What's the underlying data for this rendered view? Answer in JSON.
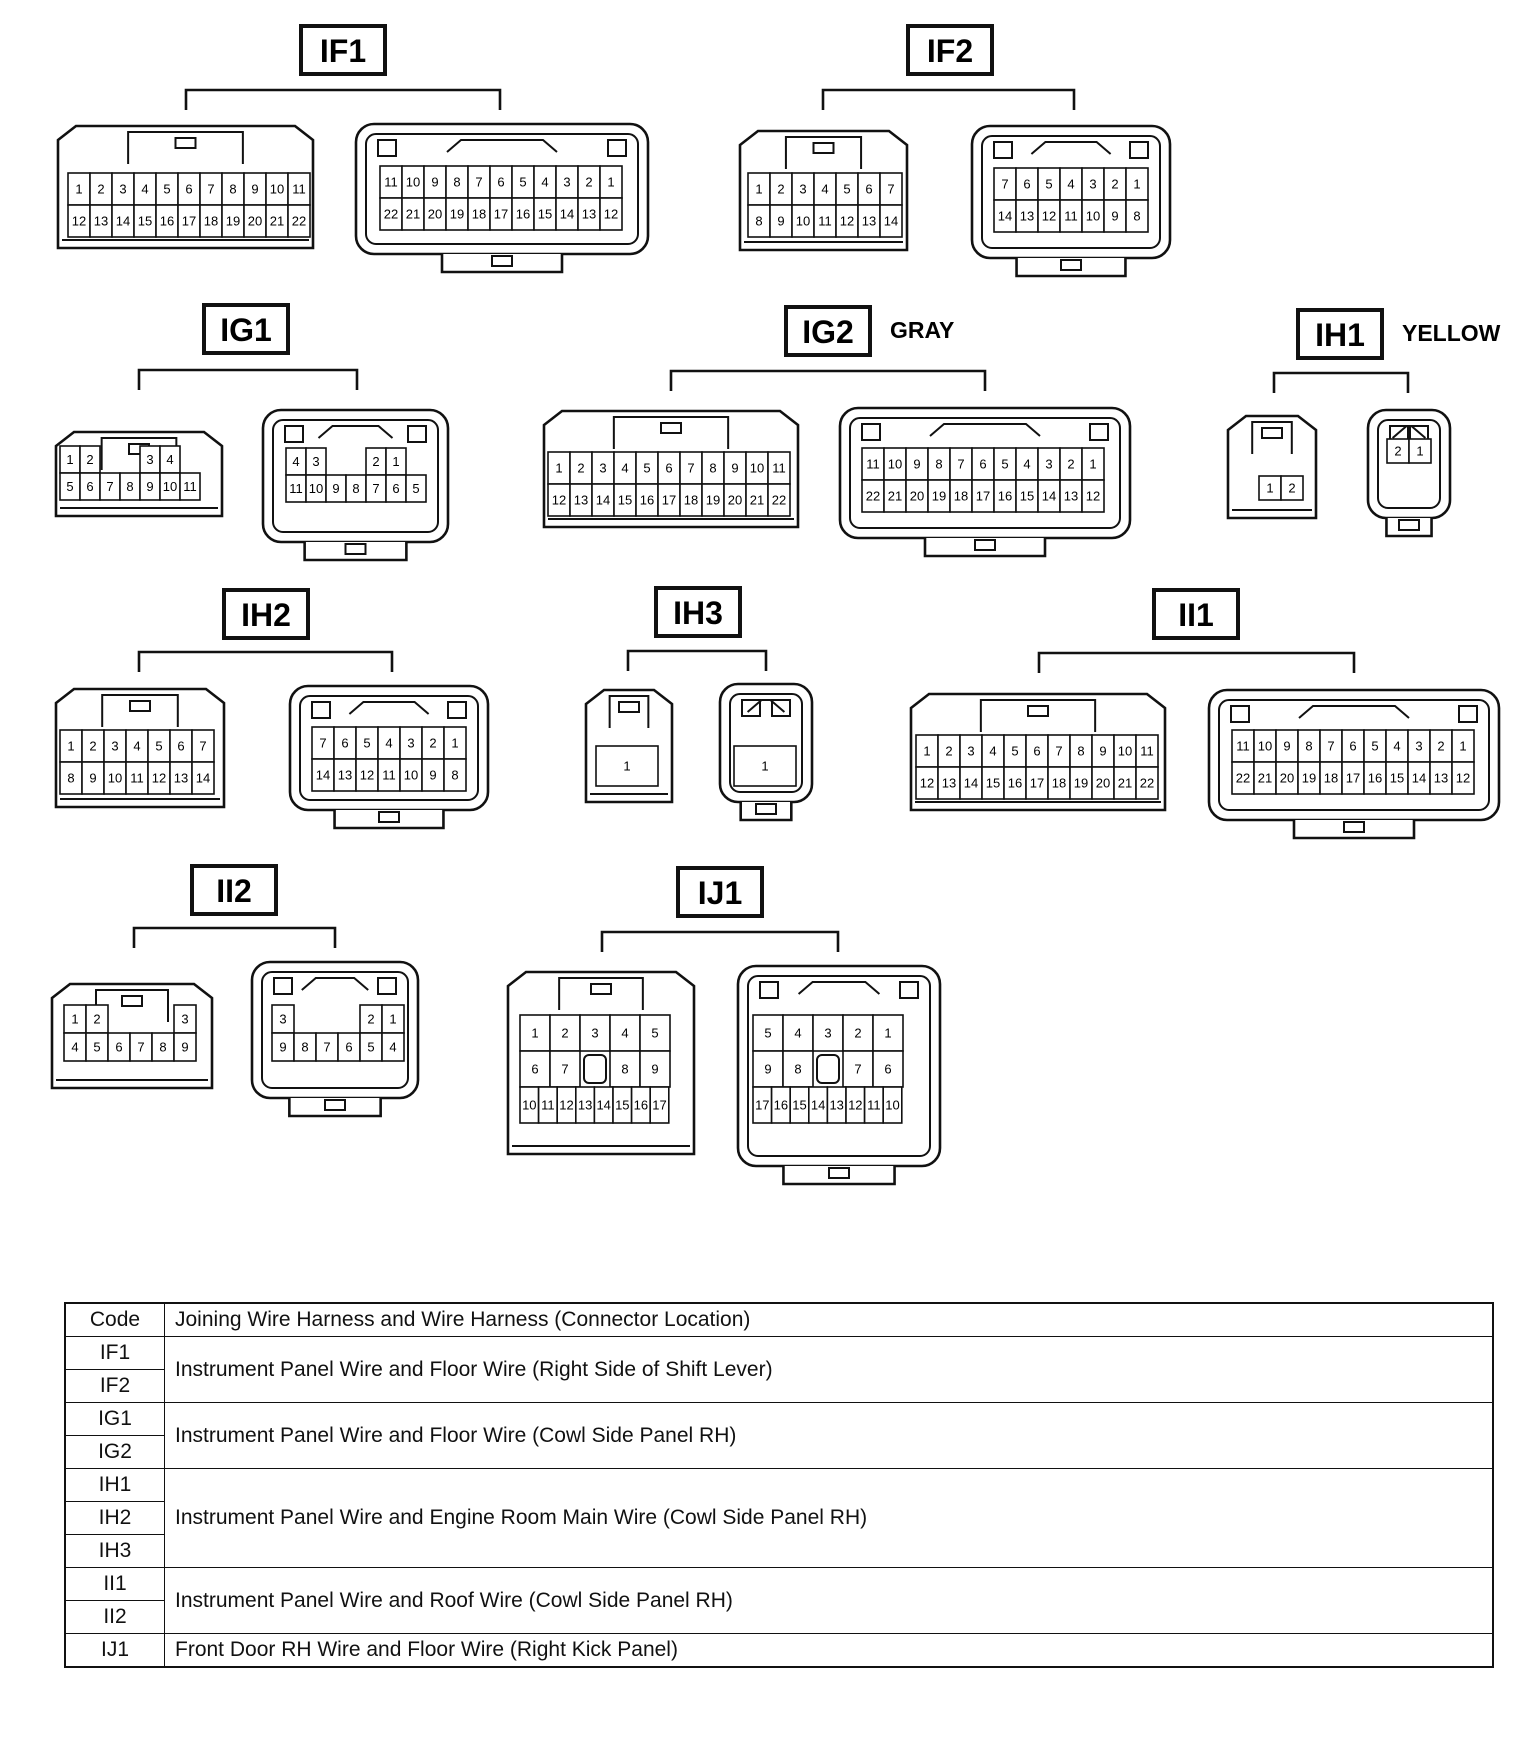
{
  "connectors": [
    {
      "code": "IF1",
      "color": "",
      "male": {
        "rows": [
          [
            "1",
            "2",
            "3",
            "4",
            "5",
            "6",
            "7",
            "8",
            "9",
            "10",
            "11"
          ],
          [
            "12",
            "13",
            "14",
            "15",
            "16",
            "17",
            "18",
            "19",
            "20",
            "21",
            "22"
          ]
        ]
      },
      "female": {
        "rows": [
          [
            "11",
            "10",
            "9",
            "8",
            "7",
            "6",
            "5",
            "4",
            "3",
            "2",
            "1"
          ],
          [
            "22",
            "21",
            "20",
            "19",
            "18",
            "17",
            "16",
            "15",
            "14",
            "13",
            "12"
          ]
        ]
      }
    },
    {
      "code": "IF2",
      "color": "",
      "male": {
        "rows": [
          [
            "1",
            "2",
            "3",
            "4",
            "5",
            "6",
            "7"
          ],
          [
            "8",
            "9",
            "10",
            "11",
            "12",
            "13",
            "14"
          ]
        ]
      },
      "female": {
        "rows": [
          [
            "7",
            "6",
            "5",
            "4",
            "3",
            "2",
            "1"
          ],
          [
            "14",
            "13",
            "12",
            "11",
            "10",
            "9",
            "8"
          ]
        ]
      }
    },
    {
      "code": "IG1",
      "color": "",
      "male": {
        "rows": [
          [
            "1",
            "2",
            "",
            "",
            "3",
            "4"
          ],
          [
            "5",
            "6",
            "7",
            "8",
            "9",
            "10",
            "11"
          ]
        ]
      },
      "female": {
        "rows": [
          [
            "4",
            "3",
            "",
            "",
            "2",
            "1"
          ],
          [
            "11",
            "10",
            "9",
            "8",
            "7",
            "6",
            "5"
          ]
        ]
      }
    },
    {
      "code": "IG2",
      "color": "GRAY",
      "male": {
        "rows": [
          [
            "1",
            "2",
            "3",
            "4",
            "5",
            "6",
            "7",
            "8",
            "9",
            "10",
            "11"
          ],
          [
            "12",
            "13",
            "14",
            "15",
            "16",
            "17",
            "18",
            "19",
            "20",
            "21",
            "22"
          ]
        ]
      },
      "female": {
        "rows": [
          [
            "11",
            "10",
            "9",
            "8",
            "7",
            "6",
            "5",
            "4",
            "3",
            "2",
            "1"
          ],
          [
            "22",
            "21",
            "20",
            "19",
            "18",
            "17",
            "16",
            "15",
            "14",
            "13",
            "12"
          ]
        ]
      }
    },
    {
      "code": "IH1",
      "color": "YELLOW",
      "male": {
        "rows": [
          [
            "1",
            "2"
          ]
        ]
      },
      "female": {
        "rows": [
          [
            "2",
            "1"
          ]
        ]
      }
    },
    {
      "code": "IH2",
      "color": "",
      "male": {
        "rows": [
          [
            "1",
            "2",
            "3",
            "4",
            "5",
            "6",
            "7"
          ],
          [
            "8",
            "9",
            "10",
            "11",
            "12",
            "13",
            "14"
          ]
        ]
      },
      "female": {
        "rows": [
          [
            "7",
            "6",
            "5",
            "4",
            "3",
            "2",
            "1"
          ],
          [
            "14",
            "13",
            "12",
            "11",
            "10",
            "9",
            "8"
          ]
        ]
      }
    },
    {
      "code": "IH3",
      "color": "",
      "male": {
        "rows": [
          [
            "1"
          ]
        ]
      },
      "female": {
        "rows": [
          [
            "1"
          ]
        ]
      }
    },
    {
      "code": "II1",
      "color": "",
      "male": {
        "rows": [
          [
            "1",
            "2",
            "3",
            "4",
            "5",
            "6",
            "7",
            "8",
            "9",
            "10",
            "11"
          ],
          [
            "12",
            "13",
            "14",
            "15",
            "16",
            "17",
            "18",
            "19",
            "20",
            "21",
            "22"
          ]
        ]
      },
      "female": {
        "rows": [
          [
            "11",
            "10",
            "9",
            "8",
            "7",
            "6",
            "5",
            "4",
            "3",
            "2",
            "1"
          ],
          [
            "22",
            "21",
            "20",
            "19",
            "18",
            "17",
            "16",
            "15",
            "14",
            "13",
            "12"
          ]
        ]
      }
    },
    {
      "code": "II2",
      "color": "",
      "male": {
        "rows": [
          [
            "1",
            "2",
            "",
            "",
            "",
            "3"
          ],
          [
            "4",
            "5",
            "6",
            "7",
            "8",
            "9"
          ]
        ]
      },
      "female": {
        "rows": [
          [
            "3",
            "",
            "",
            "",
            "2",
            "1"
          ],
          [
            "9",
            "8",
            "7",
            "6",
            "5",
            "4"
          ]
        ]
      }
    },
    {
      "code": "IJ1",
      "color": "",
      "male": {
        "rows": [
          [
            "1",
            "2",
            "3",
            "4",
            "5"
          ],
          [
            "6",
            "7",
            "",
            "8",
            "9"
          ],
          [
            "10",
            "11",
            "12",
            "13",
            "14",
            "15",
            "16",
            "17"
          ]
        ]
      },
      "female": {
        "rows": [
          [
            "5",
            "4",
            "3",
            "2",
            "1"
          ],
          [
            "9",
            "8",
            "",
            "7",
            "6"
          ],
          [
            "17",
            "16",
            "15",
            "14",
            "13",
            "12",
            "11",
            "10"
          ]
        ]
      }
    }
  ],
  "legend": {
    "header": {
      "code": "Code",
      "description": "Joining Wire Harness and Wire Harness (Connector Location)"
    },
    "groups": [
      {
        "codes": [
          "IF1",
          "IF2"
        ],
        "description": "Instrument Panel Wire and Floor Wire (Right Side of Shift Lever)"
      },
      {
        "codes": [
          "IG1",
          "IG2"
        ],
        "description": "Instrument Panel Wire and Floor Wire (Cowl Side Panel RH)"
      },
      {
        "codes": [
          "IH1",
          "IH2",
          "IH3"
        ],
        "description": "Instrument Panel Wire and Engine Room Main Wire (Cowl Side Panel RH)"
      },
      {
        "codes": [
          "II1",
          "II2"
        ],
        "description": "Instrument Panel Wire and Roof Wire (Cowl Side Panel RH)"
      },
      {
        "codes": [
          "IJ1"
        ],
        "description": "Front Door RH Wire and Floor Wire (Right Kick Panel)"
      }
    ]
  }
}
